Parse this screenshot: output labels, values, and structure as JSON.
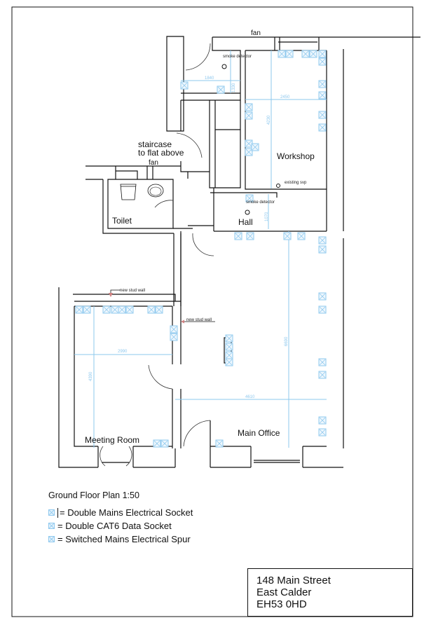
{
  "plan": {
    "rooms": {
      "workshop": "Workshop",
      "hall": "Hall",
      "toilet": "Toilet",
      "meeting_room": "Meeting Room",
      "main_office": "Main Office"
    },
    "annotations": {
      "fan_top": "fan",
      "fan_toilet": "fan",
      "staircase_line1": "staircase",
      "staircase_line2": "to flat above",
      "smoke_detector_1": "smoke detector",
      "smoke_detector_2": "smoke detector",
      "existing_svp": "existing svp",
      "new_stud_wall_1": "new stud wall",
      "new_stud_wall_2": "new stud wall"
    },
    "dimensions": {
      "lobby_width": "1840",
      "lobby_depth": "1330",
      "workshop_width": "2450",
      "workshop_depth": "4230",
      "hall_depth": "1070",
      "meeting_width": "2990",
      "meeting_depth": "4390",
      "office_depth": "6690",
      "office_width": "4610"
    },
    "colors": {
      "wall": "#111111",
      "socket": "#8ec8ee",
      "dimension": "#8ec8ee",
      "marker": "#d08080",
      "fixture": "#2233aa"
    }
  },
  "legend": {
    "title": "Ground Floor Plan 1:50",
    "items": [
      {
        "icon": "double-mains-socket-icon",
        "label": "= Double Mains Electrical Socket"
      },
      {
        "icon": "double-cat6-socket-icon",
        "label": "= Double CAT6 Data Socket"
      },
      {
        "icon": "switched-spur-icon",
        "label": "= Switched Mains Electrical Spur"
      }
    ]
  },
  "title_block": {
    "line1": "148 Main Street",
    "line2": "East Calder",
    "line3": "EH53 0HD"
  }
}
